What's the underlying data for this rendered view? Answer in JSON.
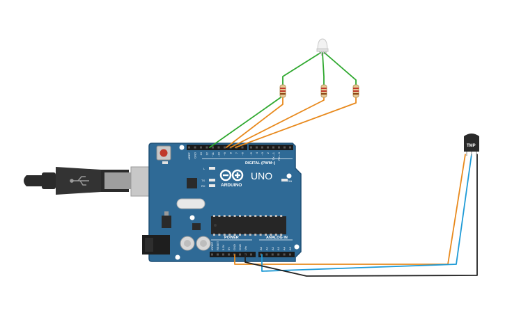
{
  "board": {
    "brand": "ARDUINO",
    "model": "UNO",
    "digital_header_label": "DIGITAL (PWM~)",
    "power_header_label": "POWER",
    "analog_header_label": "ANALOG IN",
    "led_l": "L",
    "led_tx": "TX",
    "led_rx": "RX",
    "led_on": "ON",
    "digital_pins": [
      "AREF",
      "GND",
      "13",
      "12",
      "~11",
      "~10",
      "~9",
      "8",
      "7",
      "~6",
      "~5",
      "4",
      "~3",
      "2",
      "TX→1",
      "RX←0"
    ],
    "power_pins": [
      "IOREF",
      "RESET",
      "3.3V",
      "5V",
      "GND",
      "GND",
      "Vin"
    ],
    "analog_pins": [
      "A0",
      "A1",
      "A2",
      "A3",
      "A4",
      "A5"
    ]
  },
  "sensor": {
    "label": "TMP"
  },
  "colors": {
    "board": "#2f6a96",
    "board_edge": "#1f4f75",
    "wire_green": "#2ea82e",
    "wire_orange": "#e8891c",
    "wire_blue": "#1e9ad6",
    "wire_black": "#222222",
    "header": "#1a1a1a",
    "usb_plug": "#2b2b2b"
  }
}
